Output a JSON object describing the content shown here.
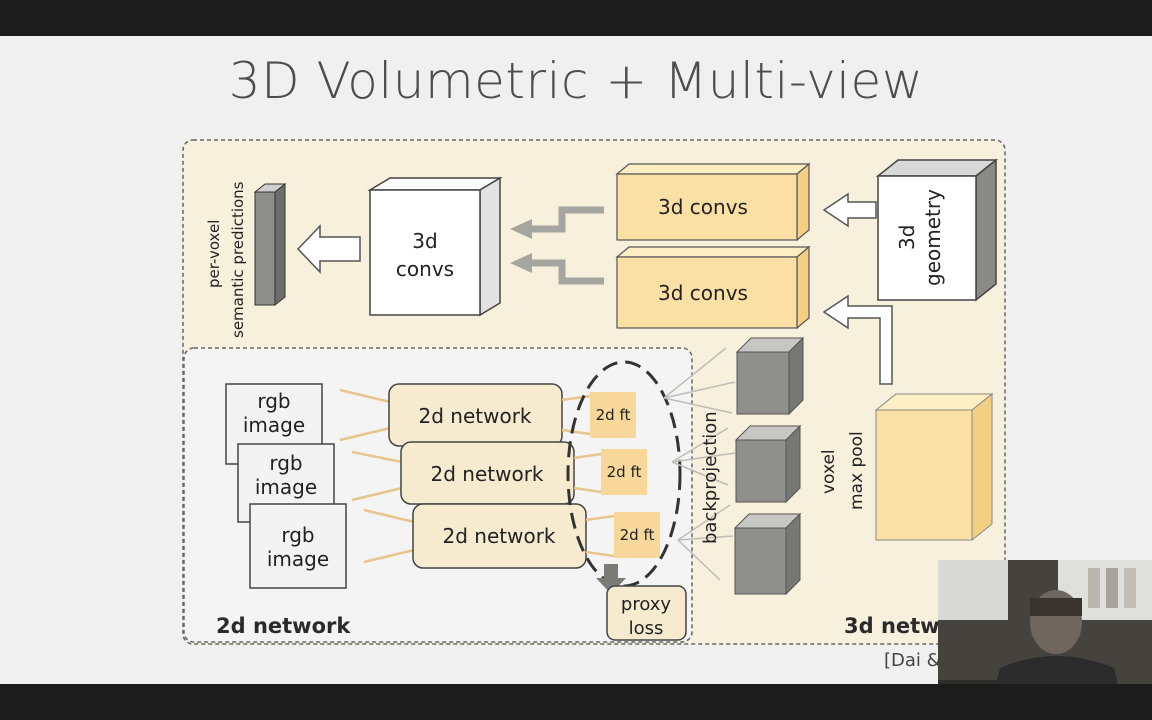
{
  "slide": {
    "title": "3D Volumetric + Multi-view",
    "citation": "[Dai &"
  },
  "diagram": {
    "per_voxel_label_1": "per-voxel",
    "per_voxel_label_2": "semantic predictions",
    "convs_3d_left_1": "3d",
    "convs_3d_left_2": "convs",
    "convs_3d_top": "3d convs",
    "convs_3d_bottom": "3d convs",
    "geometry_1": "3d",
    "geometry_2": "geometry",
    "rgb_1": "rgb",
    "rgb_2": "image",
    "network_2d": "2d network",
    "ft_2d": "2d ft",
    "backprojection": "backprojection",
    "voxel_1": "voxel",
    "voxel_2": "max pool",
    "proxy_1": "proxy",
    "proxy_2": "loss",
    "section_2d": "2d network",
    "section_3d": "3d netw"
  },
  "colors": {
    "panel_bg": "#f7f0dc",
    "box_yellow": "#fbe0a6",
    "box_yellow_side": "#f2cf83",
    "ft_box": "#f8d79a",
    "gray_cube": "#8b8d86",
    "arrow_gray": "#a6a6a0",
    "line_orange": "#e8c58c"
  }
}
